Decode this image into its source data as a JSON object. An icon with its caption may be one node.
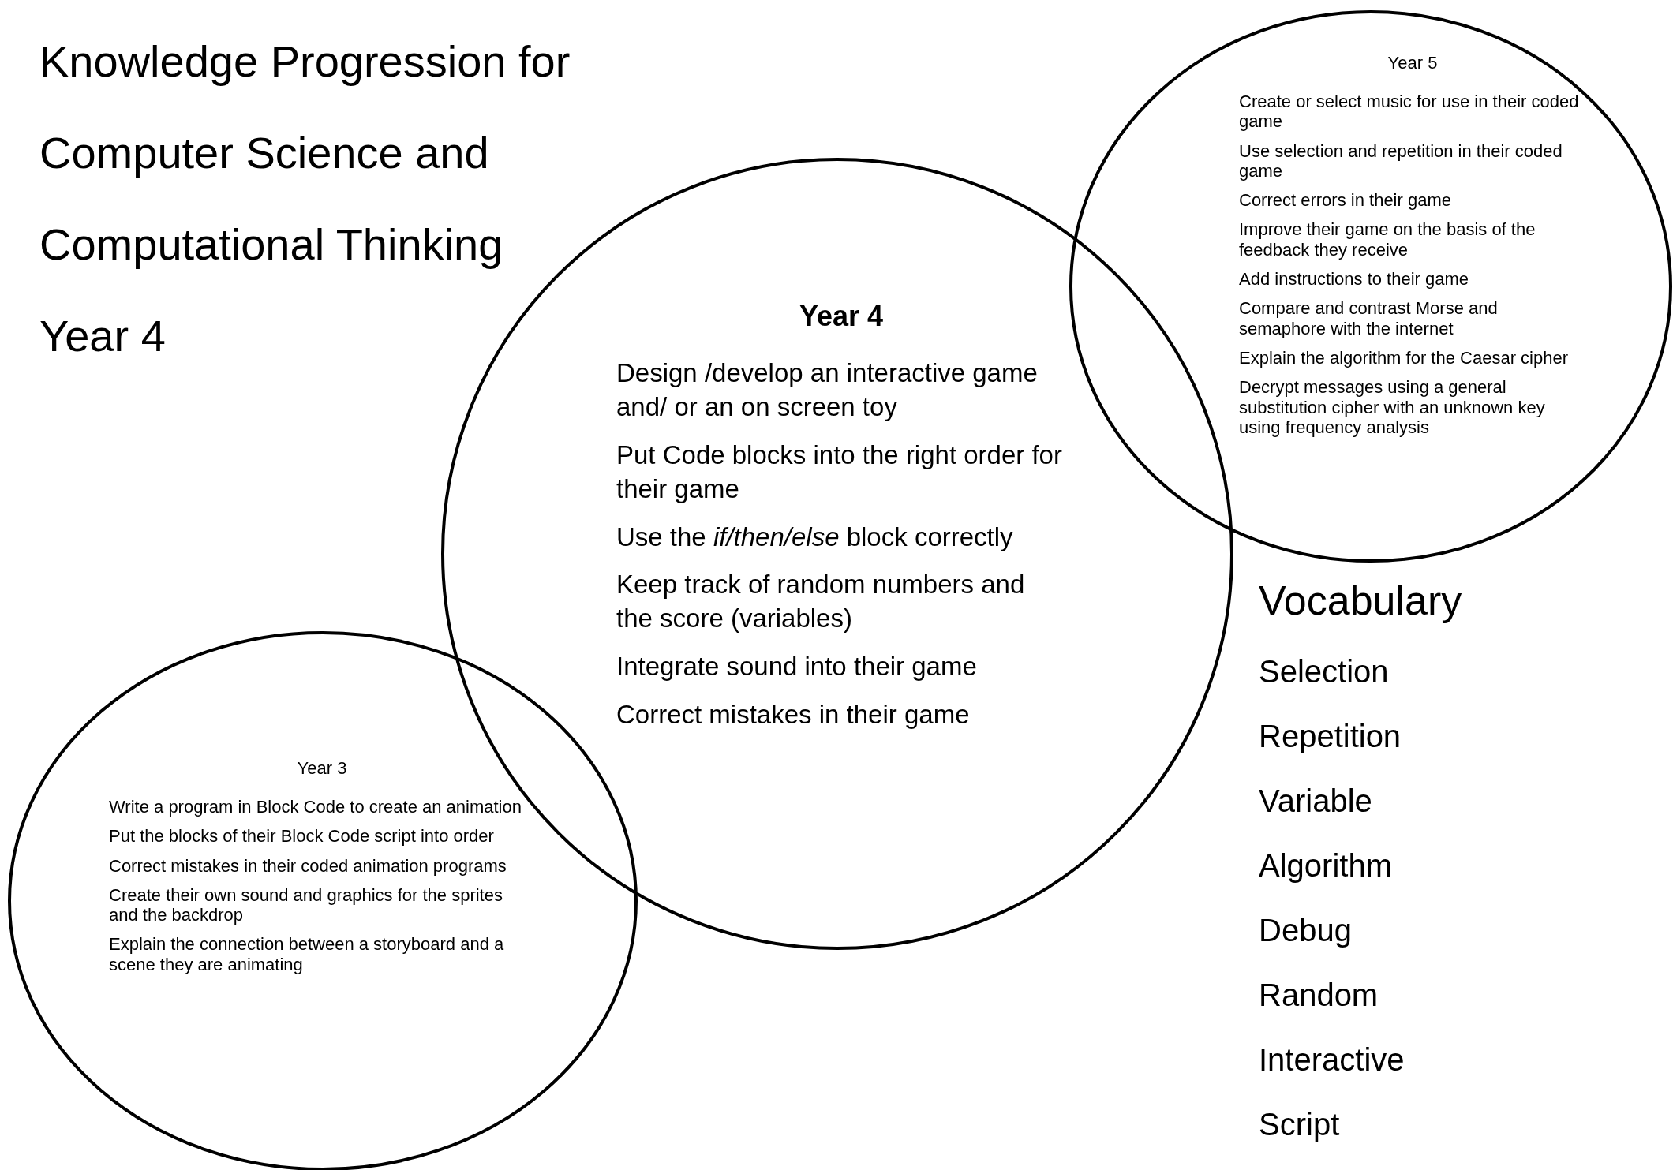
{
  "diagram": {
    "title": "Knowledge Progression for Computer Science and Computational Thinking Year 4",
    "nodes": [
      {
        "text": [
          "Year 4",
          "Design /develop an interactive game and/ or an on screen toy",
          "Put Code blocks into the right order for their game",
          "Use the *if/then/else* block correctly",
          "Keep track of random numbers and the score (variables)",
          "Integrate sound into their game",
          "Correct mistakes in their game"
        ]
      },
      {
        "text": [
          "Year 5",
          "Create or select music for use in their coded game",
          "Use selection and repetition in their coded game",
          "Correct errors in their game",
          "Improve their game on the basis of the feedback they receive",
          "Add instructions to their game",
          "Compare and contrast Morse and semaphore with the internet",
          "Explain the algorithm for the Caesar cipher",
          "Decrypt messages using a general substitution cipher with an unknown key using frequency analysis"
        ]
      },
      {
        "text": [
          "Year 3",
          "Write a program in Block Code to create an animation",
          "Put the blocks of their Block Code script into order",
          "Correct mistakes in their coded animation programs",
          "Create their own sound and graphics for the sprites and the backdrop",
          "Explain the connection between a storyboard and a scene they are animating"
        ]
      }
    ],
    "labels": [
      "Vocabulary",
      "Selection",
      "Repetition",
      "Variable",
      "Algorithm",
      "Debug",
      "Random",
      "Interactive",
      "Script"
    ]
  }
}
